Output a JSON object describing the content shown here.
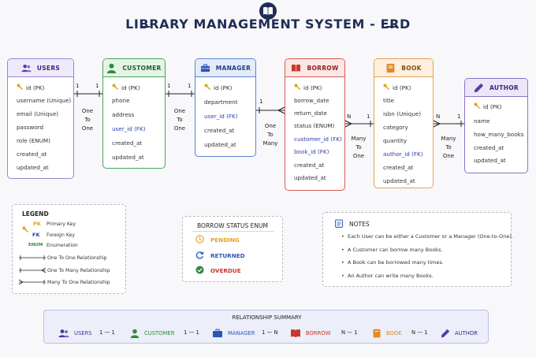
{
  "title": "LIBRARY MANAGEMENT SYSTEM - ERD",
  "colors": {
    "users": "#7d61c9",
    "customer": "#2e8b3c",
    "manager": "#2a56b8",
    "borrow": "#c8372f",
    "book": "#e08a28",
    "author": "#5c3aa8",
    "fk": "#2c3ea8",
    "pk_key": "#e2a31b"
  },
  "entities": {
    "users": {
      "name": "USERS",
      "icon": "users-icon",
      "fields": [
        "id (PK)",
        "username (Unique)",
        "email (Unique)",
        "password",
        "role (ENUM)",
        "created_at",
        "updated_at"
      ]
    },
    "customer": {
      "name": "CUSTOMER",
      "icon": "user-icon",
      "fields": [
        "id (PK)",
        "phone",
        "address",
        "user_id (FK)",
        "created_at",
        "updated_at"
      ]
    },
    "manager": {
      "name": "MANAGER",
      "icon": "briefcase-icon",
      "fields": [
        "id (PK)",
        "department",
        "user_id (FK)",
        "created_at",
        "updated_at"
      ]
    },
    "borrow": {
      "name": "BORROW",
      "icon": "open-book-icon",
      "fields": [
        "id (PK)",
        "borrow_date",
        "return_date",
        "status (ENUM)",
        "customer_id (FK)",
        "book_id (FK)",
        "created_at",
        "updated_at"
      ]
    },
    "book": {
      "name": "BOOK",
      "icon": "book-icon",
      "fields": [
        "id (PK)",
        "title",
        "isbn (Unique)",
        "category",
        "quantity",
        "author_id (FK)",
        "created_at",
        "updated_at"
      ]
    },
    "author": {
      "name": "AUTHOR",
      "icon": "pen-icon",
      "fields": [
        "id (PK)",
        "name",
        "how_many_books",
        "created_at",
        "updated_at"
      ]
    }
  },
  "relationships": [
    {
      "left": "1",
      "right": "1",
      "label": [
        "One",
        "To",
        "One"
      ]
    },
    {
      "left": "1",
      "right": "1",
      "label": [
        "One",
        "To",
        "One"
      ]
    },
    {
      "left": "1",
      "right": "",
      "label": [
        "One",
        "To",
        "Many"
      ]
    },
    {
      "left": "N",
      "right": "1",
      "label": [
        "Many",
        "To",
        "One"
      ]
    },
    {
      "left": "N",
      "right": "1",
      "label": [
        "Many",
        "To",
        "One"
      ]
    }
  ],
  "legend": {
    "title": "LEGEND",
    "items": [
      {
        "code": "PK",
        "text": "Primary Key"
      },
      {
        "code": "FK",
        "text": "Foreign Key"
      },
      {
        "code": "ENUM",
        "text": "Enumeration"
      },
      {
        "code": "",
        "text": "One To One Relationship"
      },
      {
        "code": "",
        "text": "One To Many Relationship"
      },
      {
        "code": "",
        "text": "Many To One Relationship"
      }
    ]
  },
  "borrow_status": {
    "title": "BORROW STATUS ENUM",
    "items": [
      {
        "label": "PENDING",
        "icon": "clock-icon",
        "color": "#e3a21a"
      },
      {
        "label": "RETURNED",
        "icon": "refresh-icon",
        "color": "#2a56b8"
      },
      {
        "label": "OVERDUE",
        "icon": "check-circle-icon",
        "color": "#c8372f"
      }
    ]
  },
  "notes": {
    "title": "NOTES",
    "items": [
      "Each User can be either a Customer or a Manager (One-to-One).",
      "A Customer can borrow many Books.",
      "A Book can be borrowed many times.",
      "An Author can write many Books."
    ]
  },
  "summary": {
    "title": "RELATIONSHIP SUMMARY",
    "entities": [
      "USERS",
      "CUSTOMER",
      "MANAGER",
      "BORROW",
      "BOOK",
      "AUTHOR"
    ],
    "cardinalities": [
      "1 — 1",
      "1 — 1",
      "1 — N",
      "N — 1",
      "N — 1"
    ]
  }
}
